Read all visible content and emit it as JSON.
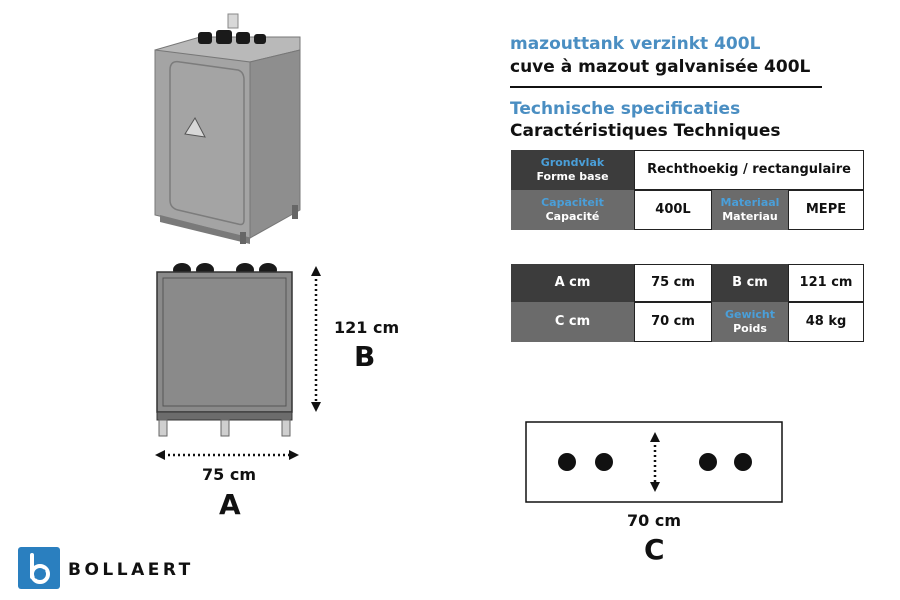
{
  "title": {
    "nl": "mazouttank verzinkt 400L",
    "fr": "cuve à mazout galvanisée 400L"
  },
  "specs": {
    "heading_nl": "Technische specificaties",
    "heading_fr": "Caractéristiques Techniques"
  },
  "table1": {
    "grondvlak_nl": "Grondvlak",
    "grondvlak_fr": "Forme base",
    "grondvlak_value": "Rechthoekig / rectangulaire",
    "capaciteit_nl": "Capaciteit",
    "capaciteit_fr": "Capacité",
    "capaciteit_value": "400L",
    "materiaal_nl": "Materiaal",
    "materiaal_fr": "Materiau",
    "materiaal_value": "MEPE"
  },
  "table2": {
    "a_label": "A cm",
    "a_value": "75 cm",
    "b_label": "B cm",
    "b_value": "121 cm",
    "c_label": "C cm",
    "c_value": "70 cm",
    "gewicht_nl": "Gewicht",
    "gewicht_fr": "Poids",
    "gewicht_value": "48 kg"
  },
  "dimensions": {
    "height_label": "121 cm",
    "height_letter": "B",
    "width_label": "75 cm",
    "width_letter": "A",
    "depth_label": "70 cm",
    "depth_letter": "C"
  },
  "brand": {
    "name": "BOLLAERT",
    "color": "#2a7fbf"
  },
  "colors": {
    "accent_blue": "#4a8ec2",
    "header_dark": "#3c3c3c",
    "header_mid": "#6b6b6b",
    "tank_gray": "#8a8a8a"
  }
}
